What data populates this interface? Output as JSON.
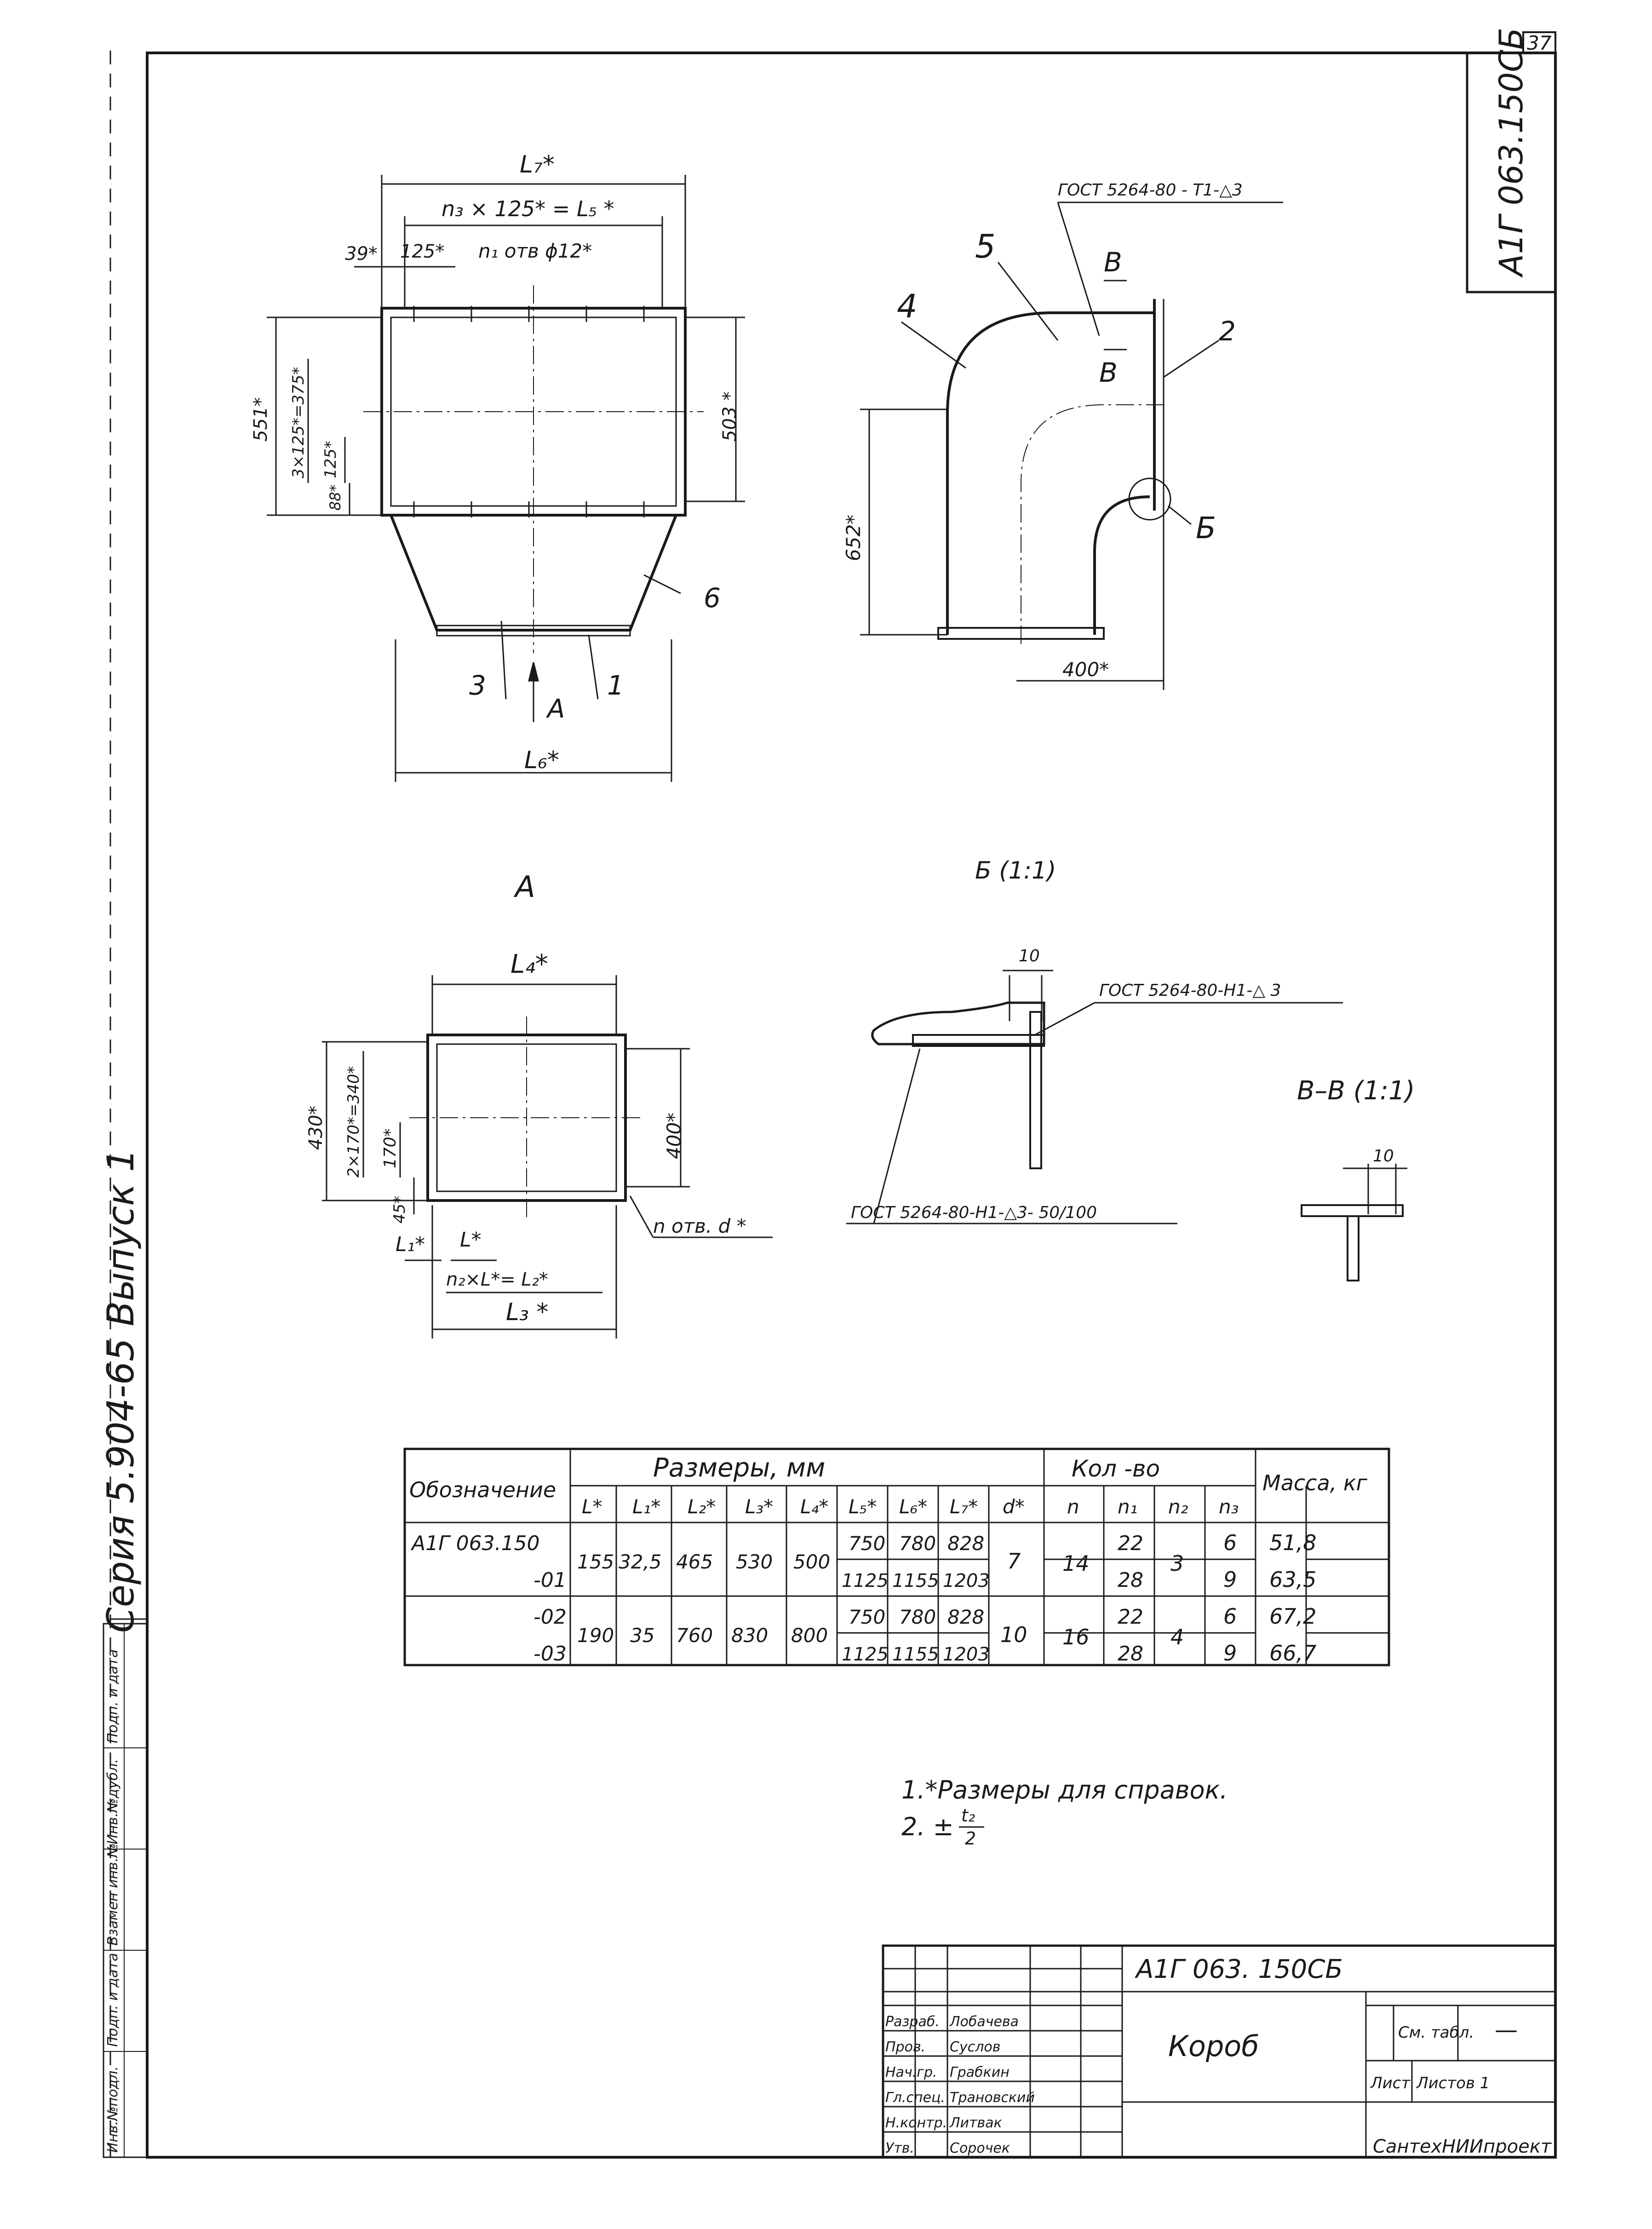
{
  "sheet": {
    "page_number": "37",
    "stamp_code": "А1Г 063.150СБ",
    "side_series": "Серия 5.904-65 Выпуск 1",
    "side_labels": [
      "Инв.№подл.",
      "Подп. и дата",
      "Взамен инв.№",
      "Инв.№дубл.",
      "Подп. и дата"
    ]
  },
  "front_view": {
    "L7": "L₇*",
    "n3_L5": "n₃ × 125* = L₅ *",
    "d39": "39*",
    "d125": "125*",
    "holes": "n₁ отв ϕ12*",
    "h551": "551*",
    "h375": "3×125*=375*",
    "h125": "125*",
    "h88": "88*",
    "h503": "503 *",
    "L6": "L₆*",
    "view_arrow": "A",
    "callout_3": "3",
    "callout_1": "1",
    "callout_6": "6"
  },
  "side_view": {
    "gost_top": "ГОСТ 5264-80 - Т1-△3",
    "callout_5": "5",
    "callout_4": "4",
    "callout_2": "2",
    "section_B1": "В",
    "section_B2": "В",
    "h652": "652*",
    "w400": "400*",
    "callout_B": "Б"
  },
  "view_a": {
    "title": "А",
    "L4": "L₄*",
    "h430": "430*",
    "h340": "2×170*=340*",
    "h170": "170*",
    "h45": "45*",
    "L1": "L₁*",
    "L": "L*",
    "n2L": "n₂×L*= L₂*",
    "L3": "L₃ *",
    "h400": "400*",
    "holes": "n отв. d *"
  },
  "detail_b": {
    "title": "Б (1:1)",
    "dim10": "10",
    "gost1": "ГОСТ 5264-80-Н1-△ 3",
    "gost2": "ГОСТ 5264-80-Н1-△3- 50/100"
  },
  "section_bb": {
    "title": "В–В (1:1)",
    "dim10": "10"
  },
  "table": {
    "h_designation": "Обозначение",
    "h_dims": "Размеры, мм",
    "h_qty": "Кол -во",
    "h_mass": "Масса, кг",
    "h_L": "L*",
    "h_L1": "L₁*",
    "h_L2": "L₂*",
    "h_L3": "L₃*",
    "h_L4": "L₄*",
    "h_L5": "L₅*",
    "h_L6": "L₆*",
    "h_L7": "L₇*",
    "h_d": "d*",
    "h_n": "n",
    "h_n1": "n₁",
    "h_n2": "n₂",
    "h_n3": "n₃",
    "rows": [
      {
        "des": "А1Г 063.150",
        "L5": "750",
        "L6": "780",
        "L7": "828",
        "n1": "22",
        "n3": "6",
        "mass": "51,8"
      },
      {
        "des": "-01",
        "L5": "1125",
        "L6": "1155",
        "L7": "1203",
        "n1": "28",
        "n3": "9",
        "mass": "63,5"
      },
      {
        "des": "-02",
        "L5": "750",
        "L6": "780",
        "L7": "828",
        "n1": "22",
        "n3": "6",
        "mass": "67,2"
      },
      {
        "des": "-03",
        "L5": "1125",
        "L6": "1155",
        "L7": "1203",
        "n1": "28",
        "n3": "9",
        "mass": "66,7"
      }
    ],
    "groups": [
      {
        "L": "155",
        "L1": "32,5",
        "L2": "465",
        "L3": "530",
        "L4": "500",
        "d": "7",
        "n": "14",
        "n2": "3"
      },
      {
        "L": "190",
        "L1": "35",
        "L2": "760",
        "L3": "830",
        "L4": "800",
        "d": "10",
        "n": "16",
        "n2": "4"
      }
    ]
  },
  "notes": {
    "n1": "1.*Размеры для справок.",
    "n2a": "2. ±",
    "n2b": "t₂",
    "n2c": "2"
  },
  "title_block": {
    "doc_code": "А1Г 063. 150СБ",
    "name": "Короб",
    "org": "СантехНИИпроект",
    "sheet_label": "Лист",
    "sheets_label": "Листов 1",
    "see_table": "См. табл.",
    "mass_dash": "—",
    "roles": [
      "Разраб.",
      "Пров.",
      "Нач.гр.",
      "Гл.спец.",
      "Н.контр.",
      "Утв."
    ],
    "names": [
      "Лобачева",
      "Суслов",
      "Грабкин",
      "Трановский",
      "Литвак",
      "Сорочек"
    ]
  }
}
